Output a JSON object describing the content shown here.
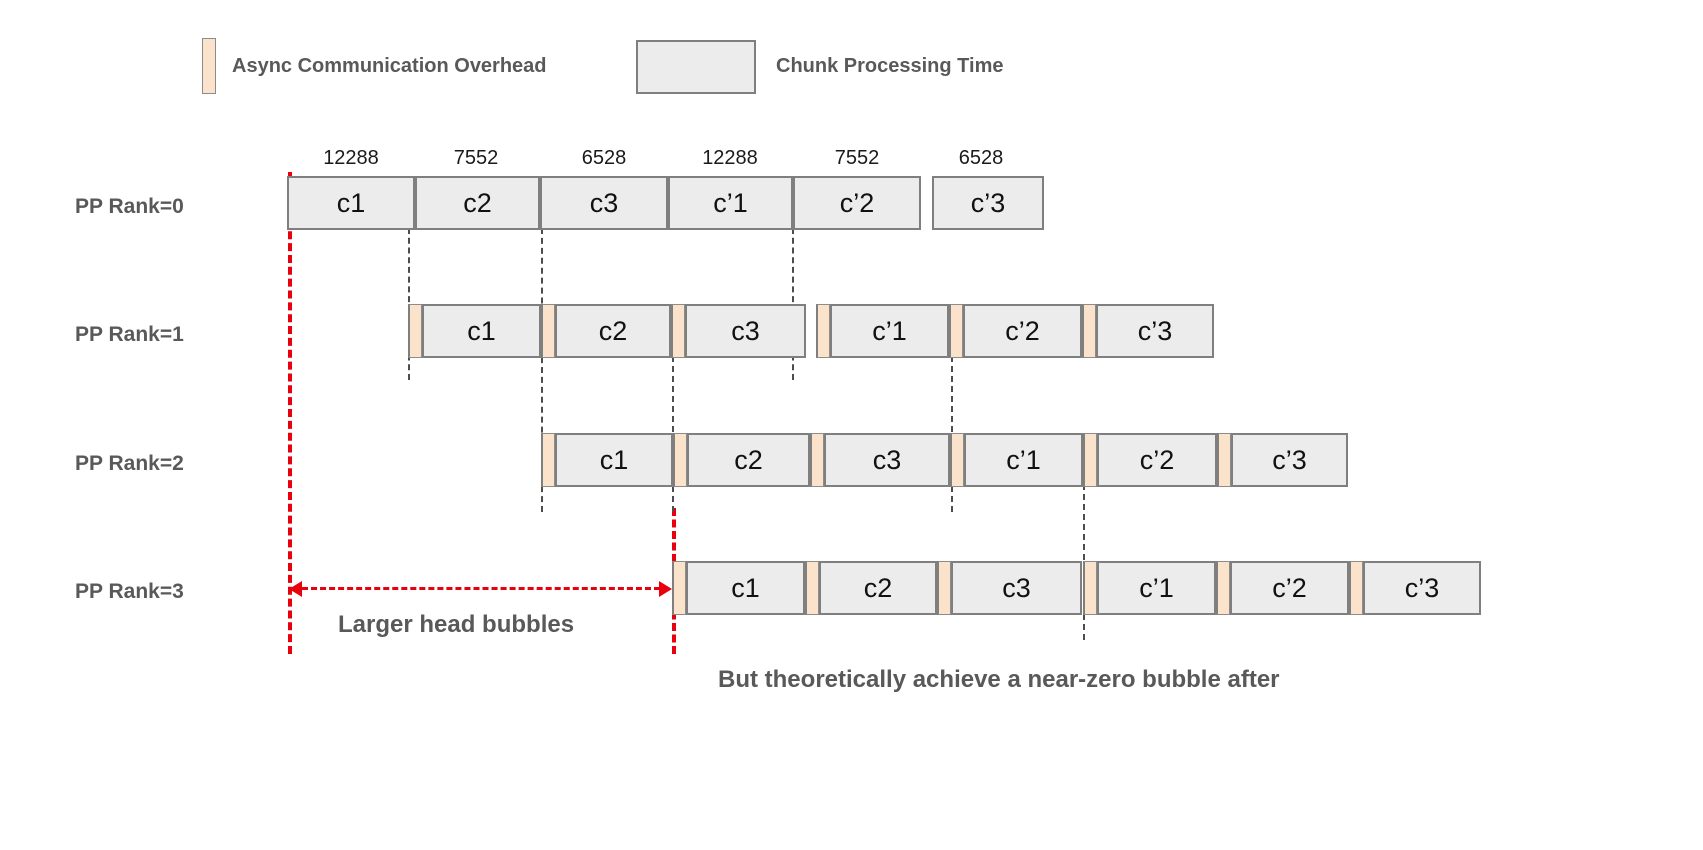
{
  "legend": {
    "comm": {
      "icon": "comm-overhead-swatch",
      "label": "Async Communication Overhead",
      "color": "#fbe3cb"
    },
    "chunk": {
      "icon": "chunk-time-swatch",
      "label": "Chunk Processing Time",
      "color": "#ececec"
    }
  },
  "accent": {
    "red": "#e8000d",
    "dash": "#4d4d4d",
    "text": "#595959"
  },
  "size_labels": [
    "12288",
    "7552",
    "6528",
    "12288",
    "7552",
    "6528"
  ],
  "rows": [
    {
      "rank_label": "PP Rank=0",
      "blocks": [
        {
          "label": "c1"
        },
        {
          "label": "c2"
        },
        {
          "label": "c3"
        },
        {
          "label": "c’1"
        },
        {
          "label": "c’2"
        },
        {
          "label": "c’3"
        }
      ]
    },
    {
      "rank_label": "PP Rank=1",
      "blocks": [
        {
          "label": "c1"
        },
        {
          "label": "c2"
        },
        {
          "label": "c3"
        },
        {
          "label": "c’1"
        },
        {
          "label": "c’2"
        },
        {
          "label": "c’3"
        }
      ]
    },
    {
      "rank_label": "PP Rank=2",
      "blocks": [
        {
          "label": "c1"
        },
        {
          "label": "c2"
        },
        {
          "label": "c3"
        },
        {
          "label": "c’1"
        },
        {
          "label": "c’2"
        },
        {
          "label": "c’3"
        }
      ]
    },
    {
      "rank_label": "PP Rank=3",
      "blocks": [
        {
          "label": "c1"
        },
        {
          "label": "c2"
        },
        {
          "label": "c3"
        },
        {
          "label": "c’1"
        },
        {
          "label": "c’2"
        },
        {
          "label": "c’3"
        }
      ]
    }
  ],
  "annotations": {
    "head_bubbles": "Larger head bubbles",
    "caption": "But theoretically achieve a near-zero bubble after"
  }
}
